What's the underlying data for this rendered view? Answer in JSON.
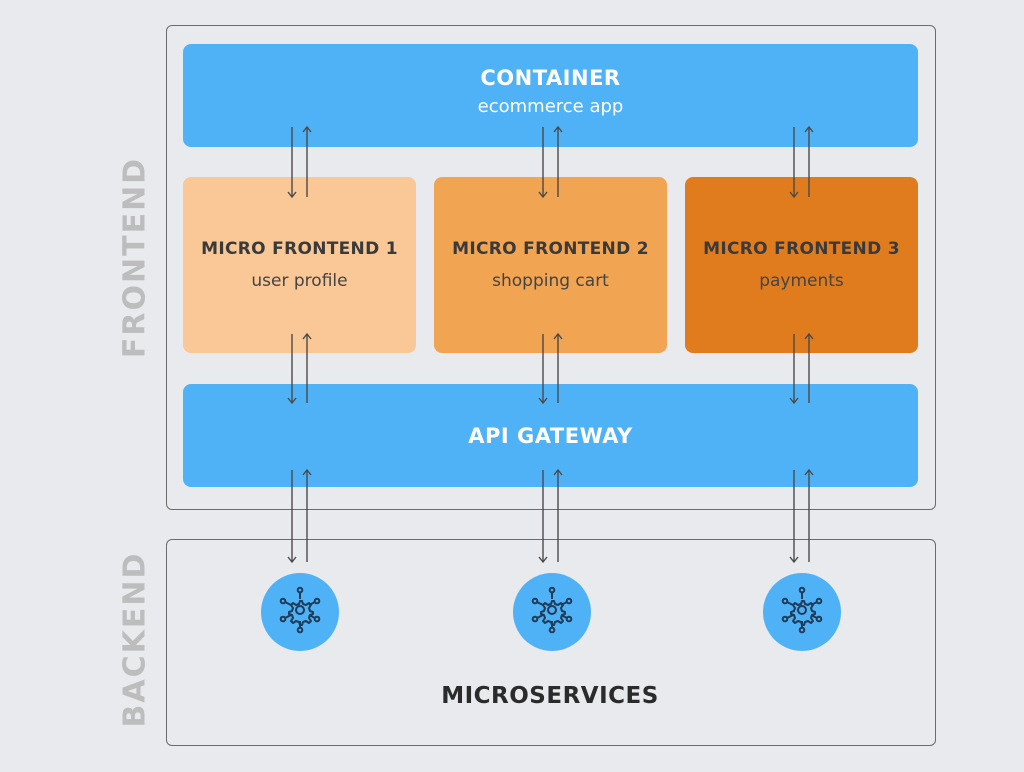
{
  "sections": {
    "frontend_label": "FRONTEND",
    "backend_label": "BACKEND"
  },
  "container": {
    "title": "CONTAINER",
    "subtitle": "ecommerce app",
    "color": "#4fb2f6"
  },
  "micro_frontends": [
    {
      "title": "MICRO FRONTEND 1",
      "subtitle": "user profile",
      "color": "#f9c896"
    },
    {
      "title": "MICRO FRONTEND 2",
      "subtitle": "shopping cart",
      "color": "#f1a452"
    },
    {
      "title": "MICRO FRONTEND 3",
      "subtitle": "payments",
      "color": "#e07c1e"
    }
  ],
  "api_gateway": {
    "title": "API GATEWAY",
    "color": "#4fb2f6"
  },
  "backend": {
    "label": "MICROSERVICES",
    "services": [
      {
        "icon": "microservice-hub-icon"
      },
      {
        "icon": "microservice-hub-icon"
      },
      {
        "icon": "microservice-hub-icon"
      }
    ]
  },
  "connections": [
    {
      "from": "container",
      "to": "micro-frontend-1",
      "direction": "bidirectional"
    },
    {
      "from": "container",
      "to": "micro-frontend-2",
      "direction": "bidirectional"
    },
    {
      "from": "container",
      "to": "micro-frontend-3",
      "direction": "bidirectional"
    },
    {
      "from": "micro-frontend-1",
      "to": "api-gateway",
      "direction": "bidirectional"
    },
    {
      "from": "micro-frontend-2",
      "to": "api-gateway",
      "direction": "bidirectional"
    },
    {
      "from": "micro-frontend-3",
      "to": "api-gateway",
      "direction": "bidirectional"
    },
    {
      "from": "api-gateway",
      "to": "microservice-1",
      "direction": "bidirectional"
    },
    {
      "from": "api-gateway",
      "to": "microservice-2",
      "direction": "bidirectional"
    },
    {
      "from": "api-gateway",
      "to": "microservice-3",
      "direction": "bidirectional"
    }
  ]
}
